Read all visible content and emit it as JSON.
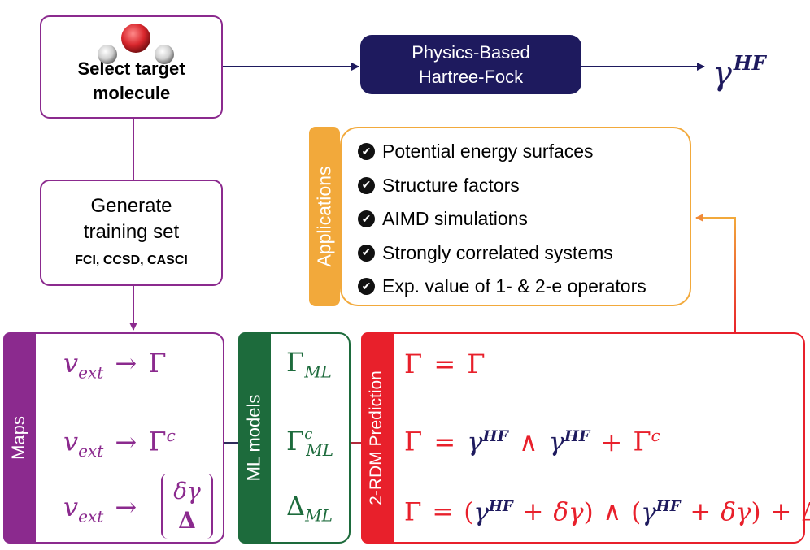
{
  "colors": {
    "purple": "#8b2a8e",
    "navy": "#1e1a5e",
    "orange": "#f2a93b",
    "green": "#1d6b3c",
    "red": "#e8202b",
    "molecule_oxygen": "#d8262c",
    "molecule_hydrogen": "#cfcfcf"
  },
  "select": {
    "line1": "Select target",
    "line2": "molecule"
  },
  "hf": {
    "line1": "Physics-Based",
    "line2": "Hartree-Fock"
  },
  "hf_out": {
    "base": "γ",
    "sup": "HF"
  },
  "generate": {
    "line1": "Generate",
    "line2": "training set",
    "methods": "FCI, CCSD, CASCI"
  },
  "applications": {
    "tab": "Applications",
    "items": [
      "Potential energy surfaces",
      "Structure factors",
      "AIMD simulations",
      "Strongly correlated systems",
      "Exp. value of 1- & 2-e operators"
    ],
    "check_glyph": "✔"
  },
  "maps": {
    "tab": "Maps",
    "v": "v",
    "v_sub": "ext",
    "arrow": "→",
    "gamma": "Γ",
    "c": "c",
    "delta_gamma": "δγ",
    "delta": "Δ"
  },
  "ml": {
    "tab": "ML models",
    "gamma": "Γ",
    "delta": "Δ",
    "sub": "ML",
    "c": "c"
  },
  "pred": {
    "tab": "2-RDM Prediction",
    "gamma": "Γ",
    "gamma_hf": "γ",
    "hf": "HF",
    "eq": "=",
    "wedge": "∧",
    "plus": "+",
    "c": "c",
    "delta_gamma": "δγ",
    "delta": "Δ",
    "lparen": "(",
    "rparen": ")"
  }
}
